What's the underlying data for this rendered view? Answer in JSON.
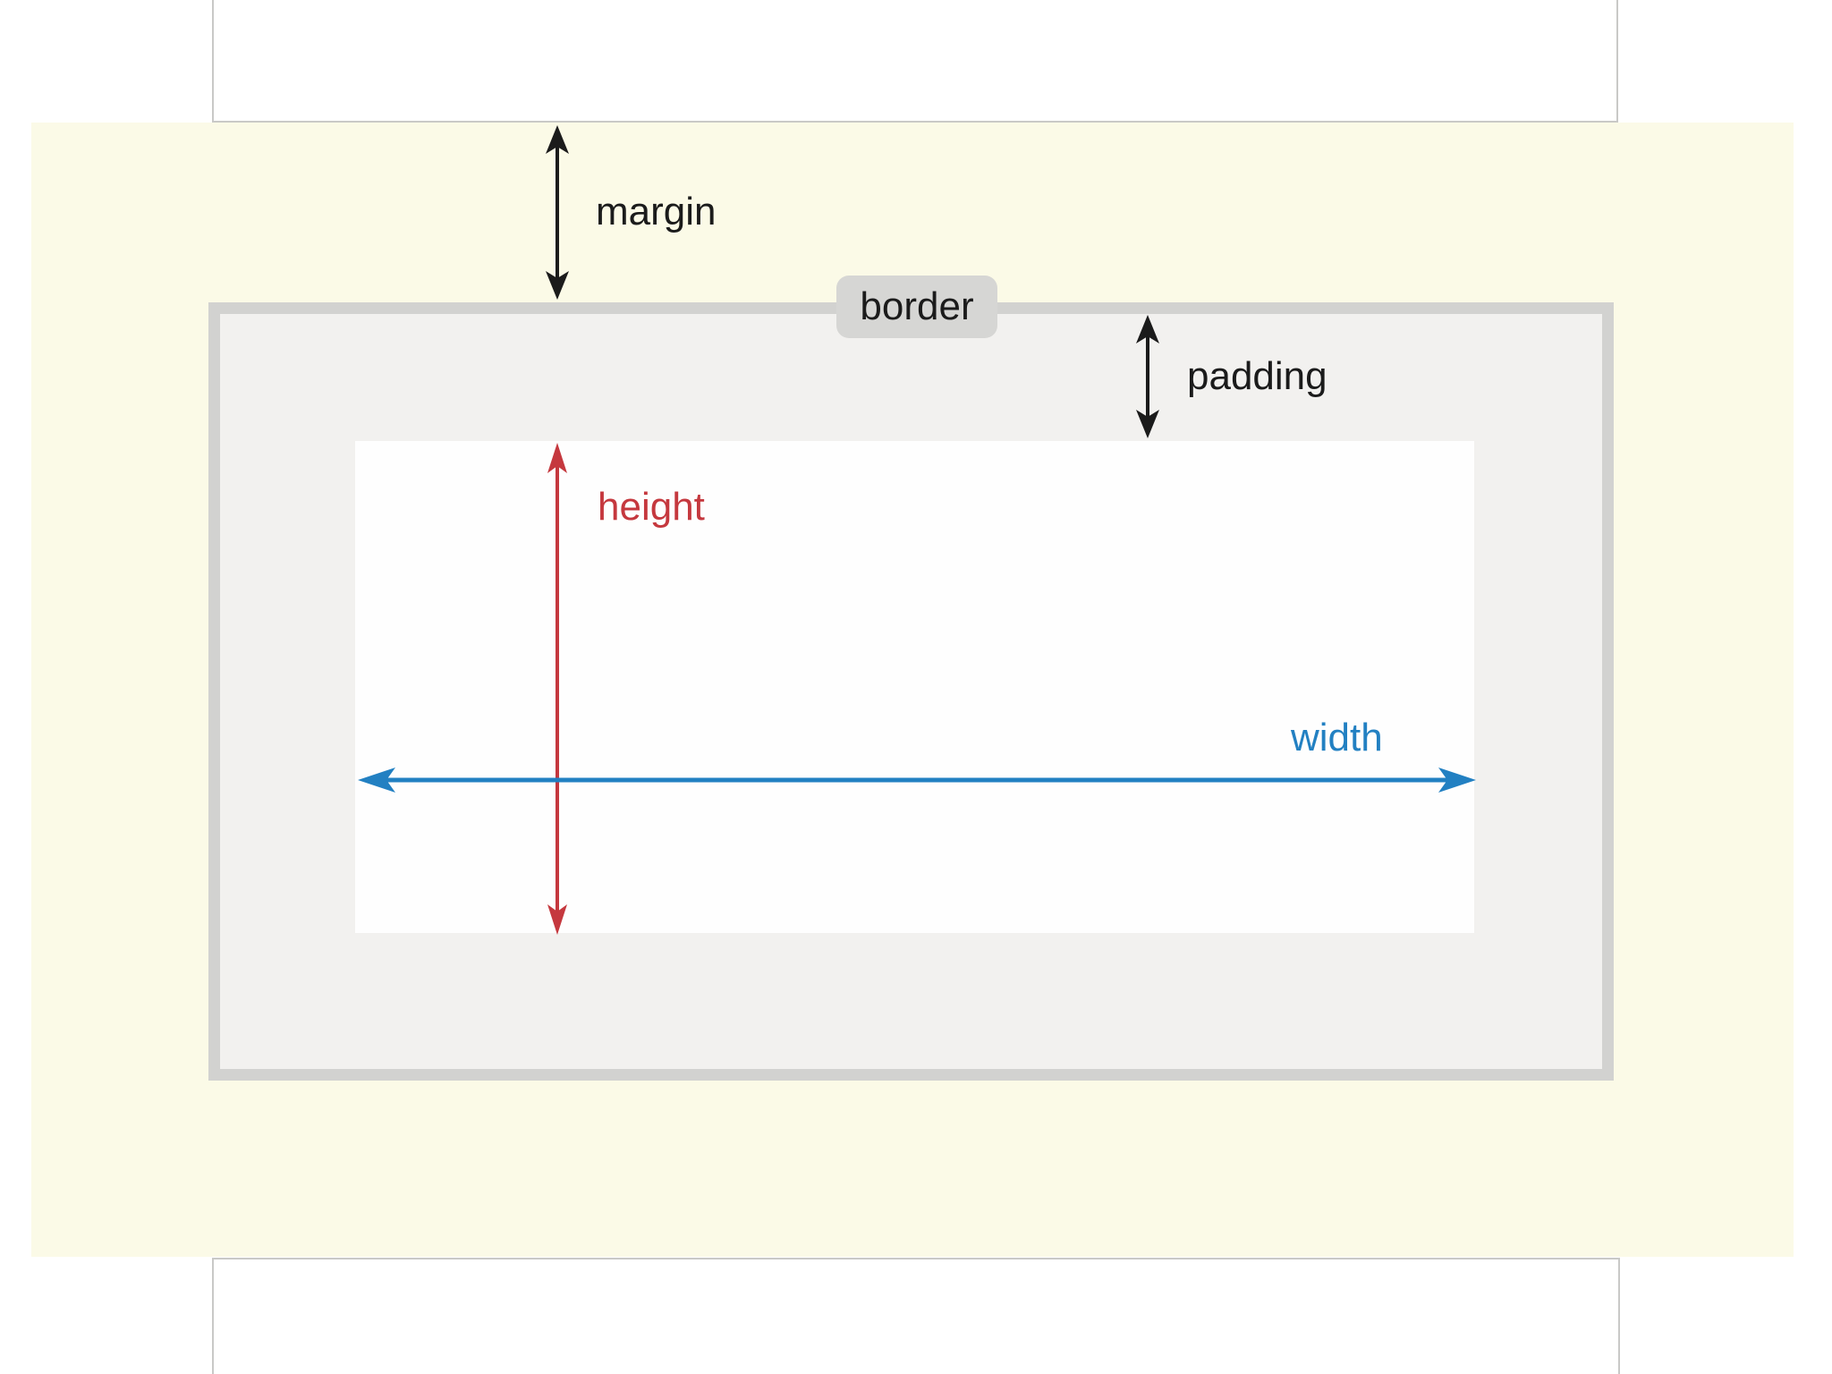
{
  "diagram": {
    "name": "css-box-model",
    "labels": {
      "margin": "margin",
      "border": "border",
      "padding": "padding",
      "height": "height",
      "width": "width"
    }
  },
  "colors": {
    "page_bg": "#ffffff",
    "margin_bg": "#fbfae7",
    "border_gray": "#d2d2d0",
    "badge_bg": "#d6d6d4",
    "padding_bg": "#f2f1ef",
    "content_bg": "#fefefe",
    "sibling_border": "#c9c9c7",
    "label_black": "#1b1b1b",
    "height_red": "#c5383e",
    "width_blue": "#2280c2"
  }
}
